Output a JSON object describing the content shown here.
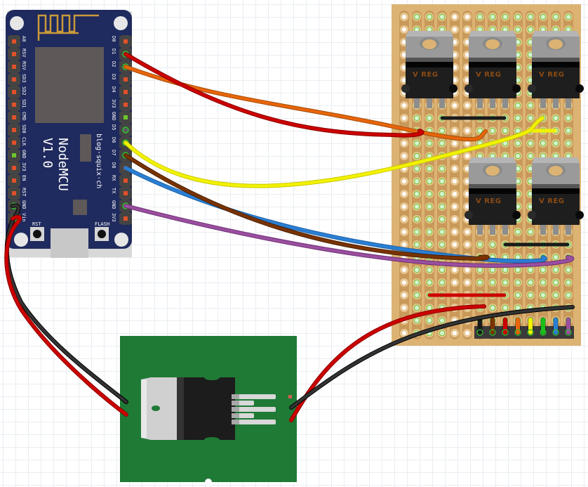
{
  "diagram": {
    "type": "breadboard-wiring",
    "components": {
      "nodemcu": {
        "name": "NodeMCU",
        "version": "V1.0",
        "website": "blog·squix·ch",
        "buttons": [
          "RST",
          "FLASH"
        ],
        "left_pins": [
          "A0",
          "RSV",
          "RSV",
          "SD3",
          "SD2",
          "SD1",
          "CMD",
          "SD0",
          "CLK",
          "GND",
          "3V3",
          "EN",
          "RST",
          "GND",
          "Vin"
        ],
        "right_pins": [
          "D0",
          "D1",
          "D2",
          "D3",
          "D4",
          "3V3",
          "GND",
          "D5",
          "D6",
          "D7",
          "D8",
          "RX",
          "TX",
          "GND",
          "3V3"
        ],
        "board_color": "#1f2a5e"
      },
      "stripboard": {
        "rows": 26,
        "columns": 14,
        "board_color": "#dcb373",
        "strip_color": "#c9995a"
      },
      "regulators": {
        "label": "V REG",
        "count": 5
      },
      "power_module": {
        "board_color": "#1f7a36"
      },
      "header": {
        "pins": 8,
        "wire_colors": [
          "#1a1a1a",
          "#7a3300",
          "#cc0000",
          "#e8650a",
          "#f2f200",
          "#18c018",
          "#2a7fd4",
          "#9b4fa0"
        ]
      }
    },
    "wires": [
      {
        "name": "red-d1",
        "color": "#cc0000",
        "from": "NodeMCU D1",
        "to": "stripboard"
      },
      {
        "name": "orange-d2",
        "color": "#e8650a",
        "from": "NodeMCU D2",
        "to": "stripboard"
      },
      {
        "name": "yellow-d6",
        "color": "#f2f200",
        "from": "NodeMCU D6",
        "to": "stripboard"
      },
      {
        "name": "brown-d7",
        "color": "#7a3300",
        "from": "NodeMCU D7",
        "to": "stripboard"
      },
      {
        "name": "blue-d8",
        "color": "#2a7fd4",
        "from": "NodeMCU D8",
        "to": "stripboard"
      },
      {
        "name": "purple-gnd",
        "color": "#9b4fa0",
        "from": "NodeMCU GND",
        "to": "stripboard"
      },
      {
        "name": "black-gnd-power",
        "color": "#222222",
        "from": "NodeMCU GND",
        "to": "power module"
      },
      {
        "name": "red-vin-power",
        "color": "#cc0000",
        "from": "NodeMCU Vin",
        "to": "power module"
      },
      {
        "name": "red-power-strip",
        "color": "#cc0000",
        "from": "power module",
        "to": "stripboard"
      },
      {
        "name": "black-power-strip",
        "color": "#222222",
        "from": "power module",
        "to": "stripboard"
      }
    ]
  }
}
